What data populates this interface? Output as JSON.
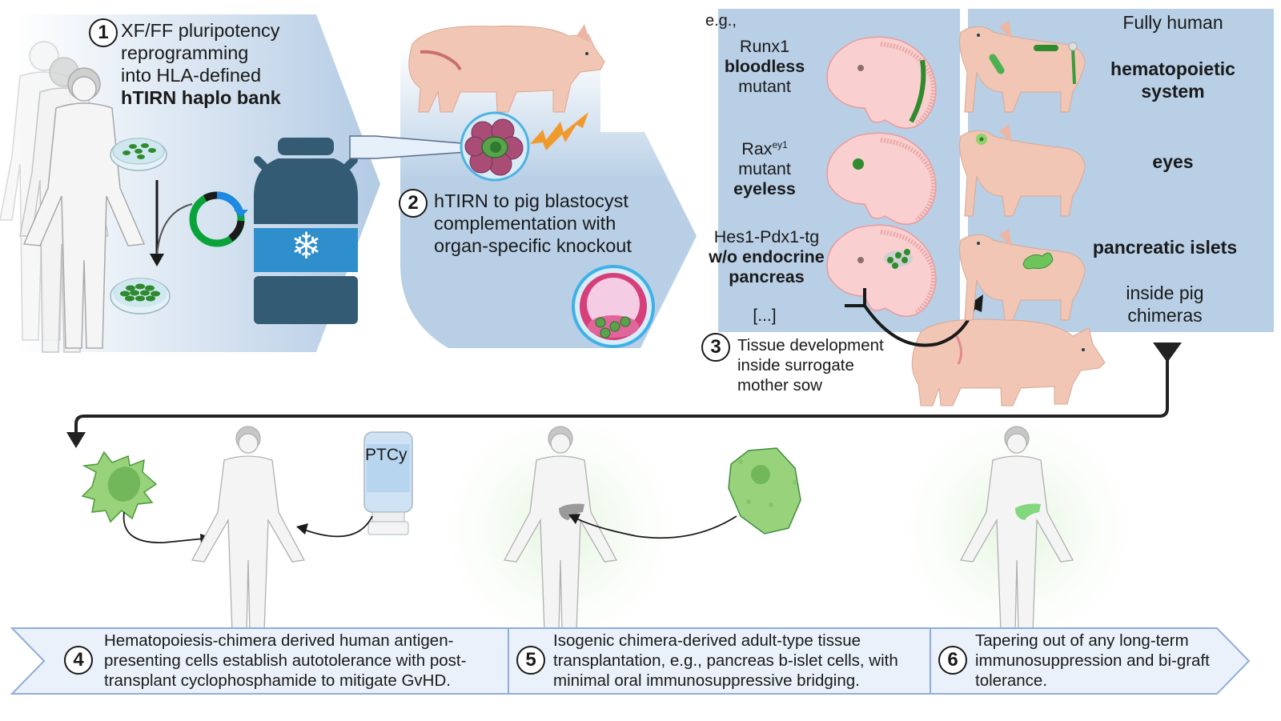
{
  "step1": {
    "number": "1",
    "lines": [
      "XF/FF pluripotency",
      "reprogramming",
      "into HLA-defined"
    ],
    "bold_line": "hTIRN haplo bank",
    "icons": [
      "human-figures-icon",
      "petri-dish-icon",
      "plasmid-icon",
      "cryo-tank-icon",
      "snowflake-icon"
    ]
  },
  "step2": {
    "number": "2",
    "lines": [
      "hTIRN to pig blastocyst",
      "complementation with",
      "organ-specific knockout"
    ],
    "icons": [
      "pig-icon",
      "embryo-injection-icon",
      "lightning-icon",
      "blastocyst-icon"
    ]
  },
  "step3": {
    "number": "3",
    "lines": [
      "Tissue development",
      "inside surrogate",
      "mother sow"
    ],
    "eg_label": "e.g.,",
    "mutants": [
      {
        "line1": "Runx1",
        "bold": "bloodless",
        "line3": "mutant"
      },
      {
        "line1": "Rax",
        "superscript": "ey1",
        "line2": "mutant",
        "bold": "eyeless"
      },
      {
        "line1": "Hes1-Pdx1-tg",
        "bold1": "w/o endocrine",
        "bold2": "pancreas"
      }
    ],
    "ellipsis": "[...]"
  },
  "chimeras": {
    "header": "Fully human",
    "organs": [
      "hematopoietic\nsystem",
      "eyes",
      "pancreatic islets"
    ],
    "organ_lines": [
      [
        "hematopoietic",
        "system"
      ],
      [
        "eyes"
      ],
      [
        "pancreatic islets"
      ]
    ],
    "footer_lines": [
      "inside pig",
      "chimeras"
    ]
  },
  "bottom": {
    "vial_label": "PTCy",
    "steps": [
      {
        "number": "4",
        "lines": [
          "Hematopoiesis-chimera derived human antigen-",
          "presenting cells establish autotolerance with post-",
          "transplant cyclophosphamide to mitigate GvHD."
        ]
      },
      {
        "number": "5",
        "lines": [
          "Isogenic chimera-derived adult-type tissue",
          "transplantation, e.g., pancreas b-islet cells, with",
          "minimal oral immunosuppressive bridging."
        ]
      },
      {
        "number": "6",
        "lines": [
          "Tapering out of any long-term",
          "immunosuppression and bi-graft",
          "tolerance."
        ]
      }
    ]
  },
  "colors": {
    "panel_blue": "#b8cfe6",
    "tank": "#335c74",
    "tank_label": "#2e8fcc",
    "cell_green": "#8fd16a",
    "dark_green": "#2e8b2e",
    "pig_pink": "#f1c6b4",
    "embryo_pink": "#f9cfcf",
    "arrow": "#222222",
    "banner_fill": "#eaf1fa",
    "banner_stroke": "#8eaedb"
  }
}
